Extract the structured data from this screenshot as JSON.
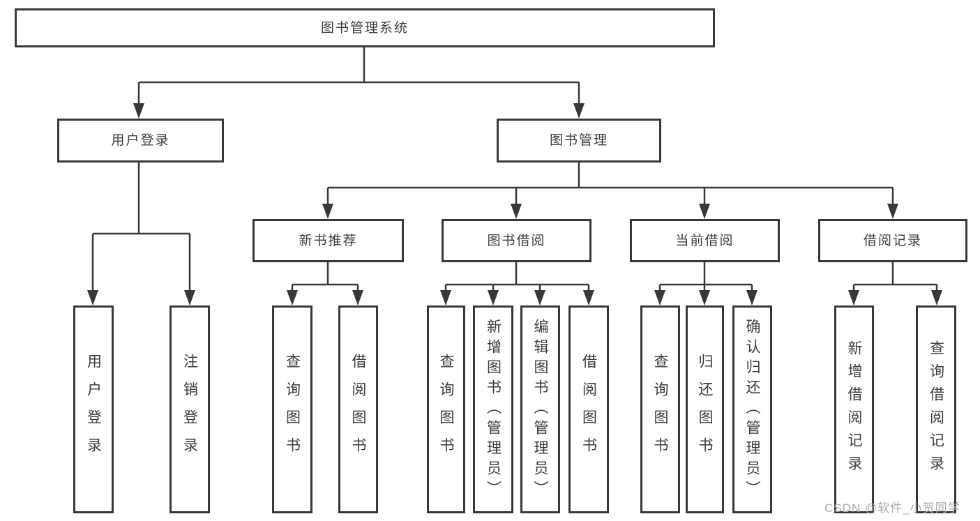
{
  "tree": {
    "root": {
      "label": "图书管理系统"
    },
    "level1": [
      {
        "label": "用户登录"
      },
      {
        "label": "图书管理"
      }
    ],
    "level2": [
      {
        "label": "新书推荐",
        "parent": "图书管理"
      },
      {
        "label": "图书借阅",
        "parent": "图书管理"
      },
      {
        "label": "当前借阅",
        "parent": "图书管理"
      },
      {
        "label": "借阅记录",
        "parent": "图书管理"
      }
    ],
    "leaves": [
      {
        "label": "用户登录",
        "parent": "用户登录"
      },
      {
        "label": "注销登录",
        "parent": "用户登录"
      },
      {
        "label": "查询图书",
        "parent": "新书推荐"
      },
      {
        "label": "借阅图书",
        "parent": "新书推荐"
      },
      {
        "label": "查询图书",
        "parent": "图书借阅"
      },
      {
        "label": "新增图书（管理员）",
        "parent": "图书借阅"
      },
      {
        "label": "编辑图书（管理员）",
        "parent": "图书借阅"
      },
      {
        "label": "借阅图书",
        "parent": "图书借阅"
      },
      {
        "label": "查询图书",
        "parent": "当前借阅"
      },
      {
        "label": "归还图书",
        "parent": "当前借阅"
      },
      {
        "label": "确认归还（管理员）",
        "parent": "当前借阅"
      },
      {
        "label": "新增借阅记录",
        "parent": "借阅记录"
      },
      {
        "label": "查询借阅记录",
        "parent": "借阅记录"
      }
    ]
  },
  "watermark": "CSDN @软件_小贺同学",
  "colors": {
    "line": "#383838",
    "text": "#3c3c3c",
    "box_fill": "#ffffff",
    "background": "#ffffff",
    "watermark": "#ababab"
  }
}
